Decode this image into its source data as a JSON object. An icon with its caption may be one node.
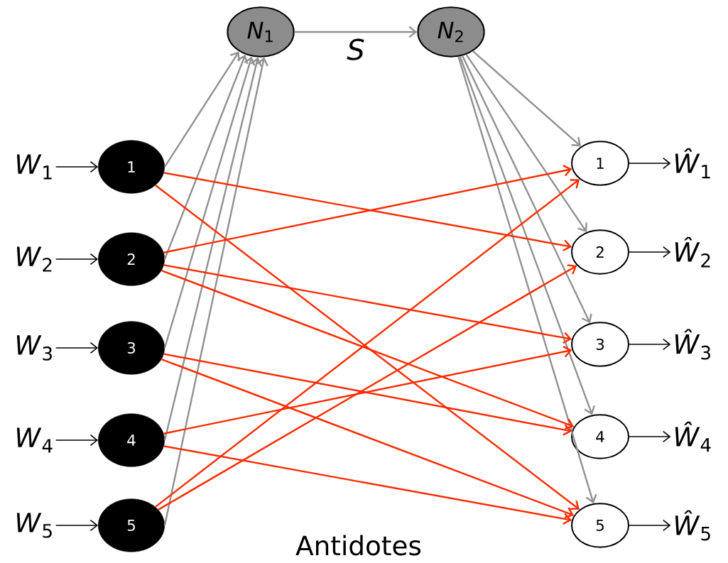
{
  "diagram": {
    "nodes": [
      {
        "text": [
          "*N*$_{1}$"
        ]
      },
      {
        "text": [
          "*N*$_{2}$"
        ]
      },
      {
        "text": [
          "1"
        ]
      },
      {
        "text": [
          "2"
        ]
      },
      {
        "text": [
          "3"
        ]
      },
      {
        "text": [
          "4"
        ]
      },
      {
        "text": [
          "5"
        ]
      },
      {
        "text": [
          "1"
        ]
      },
      {
        "text": [
          "2"
        ]
      },
      {
        "text": [
          "3"
        ]
      },
      {
        "text": [
          "4"
        ]
      },
      {
        "text": [
          "5"
        ]
      },
      {
        "text": [
          "*W*$_{1}$"
        ]
      },
      {
        "text": [
          "*W*$_{2}$"
        ]
      },
      {
        "text": [
          "*W*$_{3}$"
        ]
      },
      {
        "text": [
          "*W*$_{4}$"
        ]
      },
      {
        "text": [
          "*W*$_{5}$"
        ]
      },
      {
        "text": [
          "*Ŵ*$_{1}$"
        ]
      },
      {
        "text": [
          "*Ŵ*$_{2}$"
        ]
      },
      {
        "text": [
          "*Ŵ*$_{3}$"
        ]
      },
      {
        "text": [
          "*Ŵ*$_{4}$"
        ]
      },
      {
        "text": [
          "*Ŵ*$_{5}$"
        ]
      }
    ],
    "edges": [
      {
        "from": 0,
        "to": 1,
        "arrow": "to",
        "label": "*S*",
        "color": "#909090"
      },
      {
        "from": 12,
        "to": 2,
        "arrow": "to",
        "color": "#000000"
      },
      {
        "from": 13,
        "to": 3,
        "arrow": "to",
        "color": "#000000"
      },
      {
        "from": 14,
        "to": 4,
        "arrow": "to",
        "color": "#000000"
      },
      {
        "from": 15,
        "to": 5,
        "arrow": "to",
        "color": "#000000"
      },
      {
        "from": 16,
        "to": 6,
        "arrow": "to",
        "color": "#000000"
      },
      {
        "from": 2,
        "to": 0,
        "arrow": "to",
        "color": "#909090"
      },
      {
        "from": 3,
        "to": 0,
        "arrow": "to",
        "color": "#909090"
      },
      {
        "from": 4,
        "to": 0,
        "arrow": "to",
        "color": "#909090"
      },
      {
        "from": 5,
        "to": 0,
        "arrow": "to",
        "color": "#909090"
      },
      {
        "from": 6,
        "to": 0,
        "arrow": "to",
        "color": "#909090"
      },
      {
        "from": 1,
        "to": 7,
        "arrow": "to",
        "color": "#909090"
      },
      {
        "from": 1,
        "to": 8,
        "arrow": "to",
        "color": "#909090"
      },
      {
        "from": 1,
        "to": 9,
        "arrow": "to",
        "color": "#909090"
      },
      {
        "from": 1,
        "to": 10,
        "arrow": "to",
        "color": "#909090"
      },
      {
        "from": 1,
        "to": 11,
        "arrow": "to",
        "color": "#909090"
      },
      {
        "from": 2,
        "to": 8,
        "arrow": "to",
        "color": "#ff2a00"
      },
      {
        "from": 2,
        "to": 11,
        "arrow": "to",
        "color": "#ff2a00"
      },
      {
        "from": 3,
        "to": 7,
        "arrow": "to",
        "color": "#ff2a00"
      },
      {
        "from": 3,
        "to": 9,
        "arrow": "to",
        "color": "#ff2a00"
      },
      {
        "from": 3,
        "to": 10,
        "arrow": "to",
        "color": "#ff2a00"
      },
      {
        "from": 4,
        "to": 10,
        "arrow": "to",
        "color": "#ff2a00"
      },
      {
        "from": 4,
        "to": 11,
        "arrow": "to",
        "color": "#ff2a00"
      },
      {
        "from": 5,
        "to": 9,
        "arrow": "to",
        "color": "#ff2a00"
      },
      {
        "from": 5,
        "to": 11,
        "arrow": "to",
        "color": "#ff2a00"
      },
      {
        "from": 6,
        "to": 7,
        "arrow": "to",
        "color": "#ff2a00"
      },
      {
        "from": 6,
        "to": 8,
        "arrow": "to",
        "color": "#ff2a00"
      },
      {
        "from": 7,
        "to": 17,
        "arrow": "to",
        "color": "#000000"
      },
      {
        "from": 8,
        "to": 18,
        "arrow": "to",
        "color": "#000000"
      },
      {
        "from": 9,
        "to": 19,
        "arrow": "to",
        "color": "#000000"
      },
      {
        "from": 10,
        "to": 20,
        "arrow": "to",
        "color": "#000000"
      },
      {
        "from": 11,
        "to": 21,
        "arrow": "to",
        "color": "#000000"
      }
    ],
    "labels": [
      "Antidotes"
    ]
  }
}
